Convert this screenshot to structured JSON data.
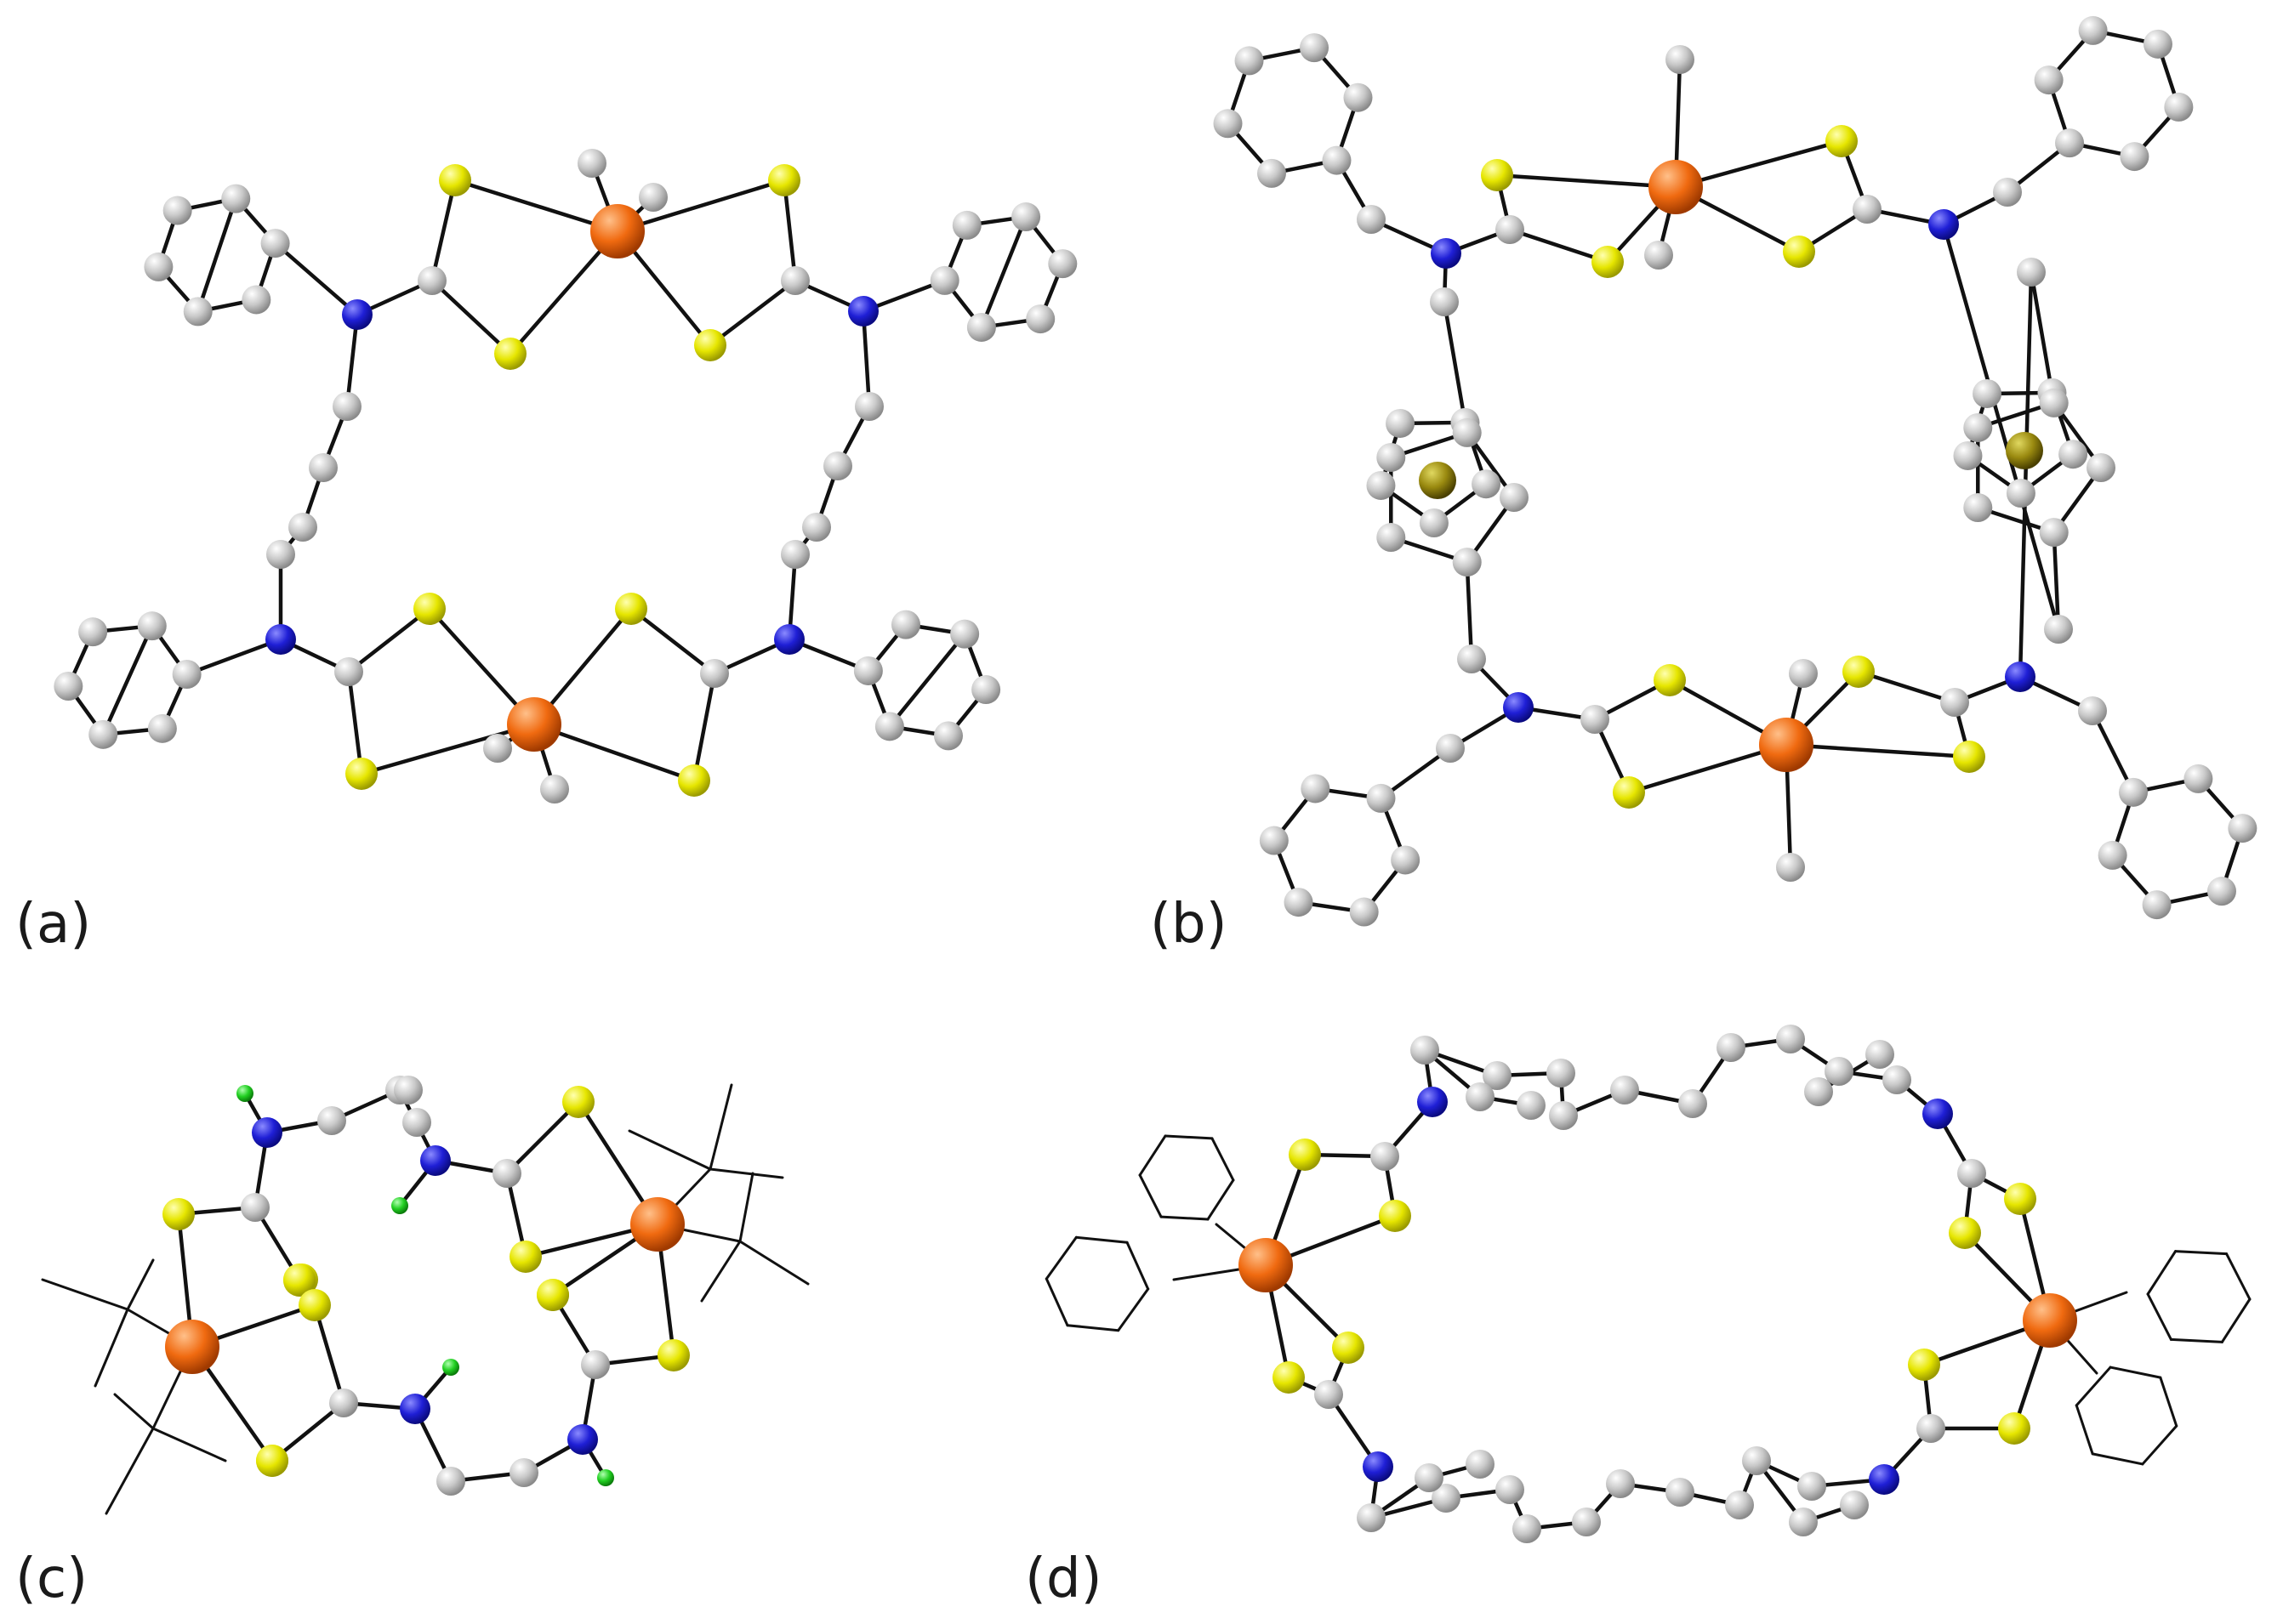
{
  "figure": {
    "panels": [
      {
        "id": "a",
        "label": "(a)"
      },
      {
        "id": "b",
        "label": "(b)"
      },
      {
        "id": "c",
        "label": "(c)"
      },
      {
        "id": "d",
        "label": "(d)"
      }
    ]
  },
  "colors": {
    "carbon": "#c8c8c8",
    "nitrogen": "#1f1fd6",
    "sulfur": "#e6e600",
    "metal": "#f06a10",
    "hydrogen": "#22d022",
    "iron": "#9a8a10",
    "bond": "#111111",
    "background": "#ffffff"
  }
}
